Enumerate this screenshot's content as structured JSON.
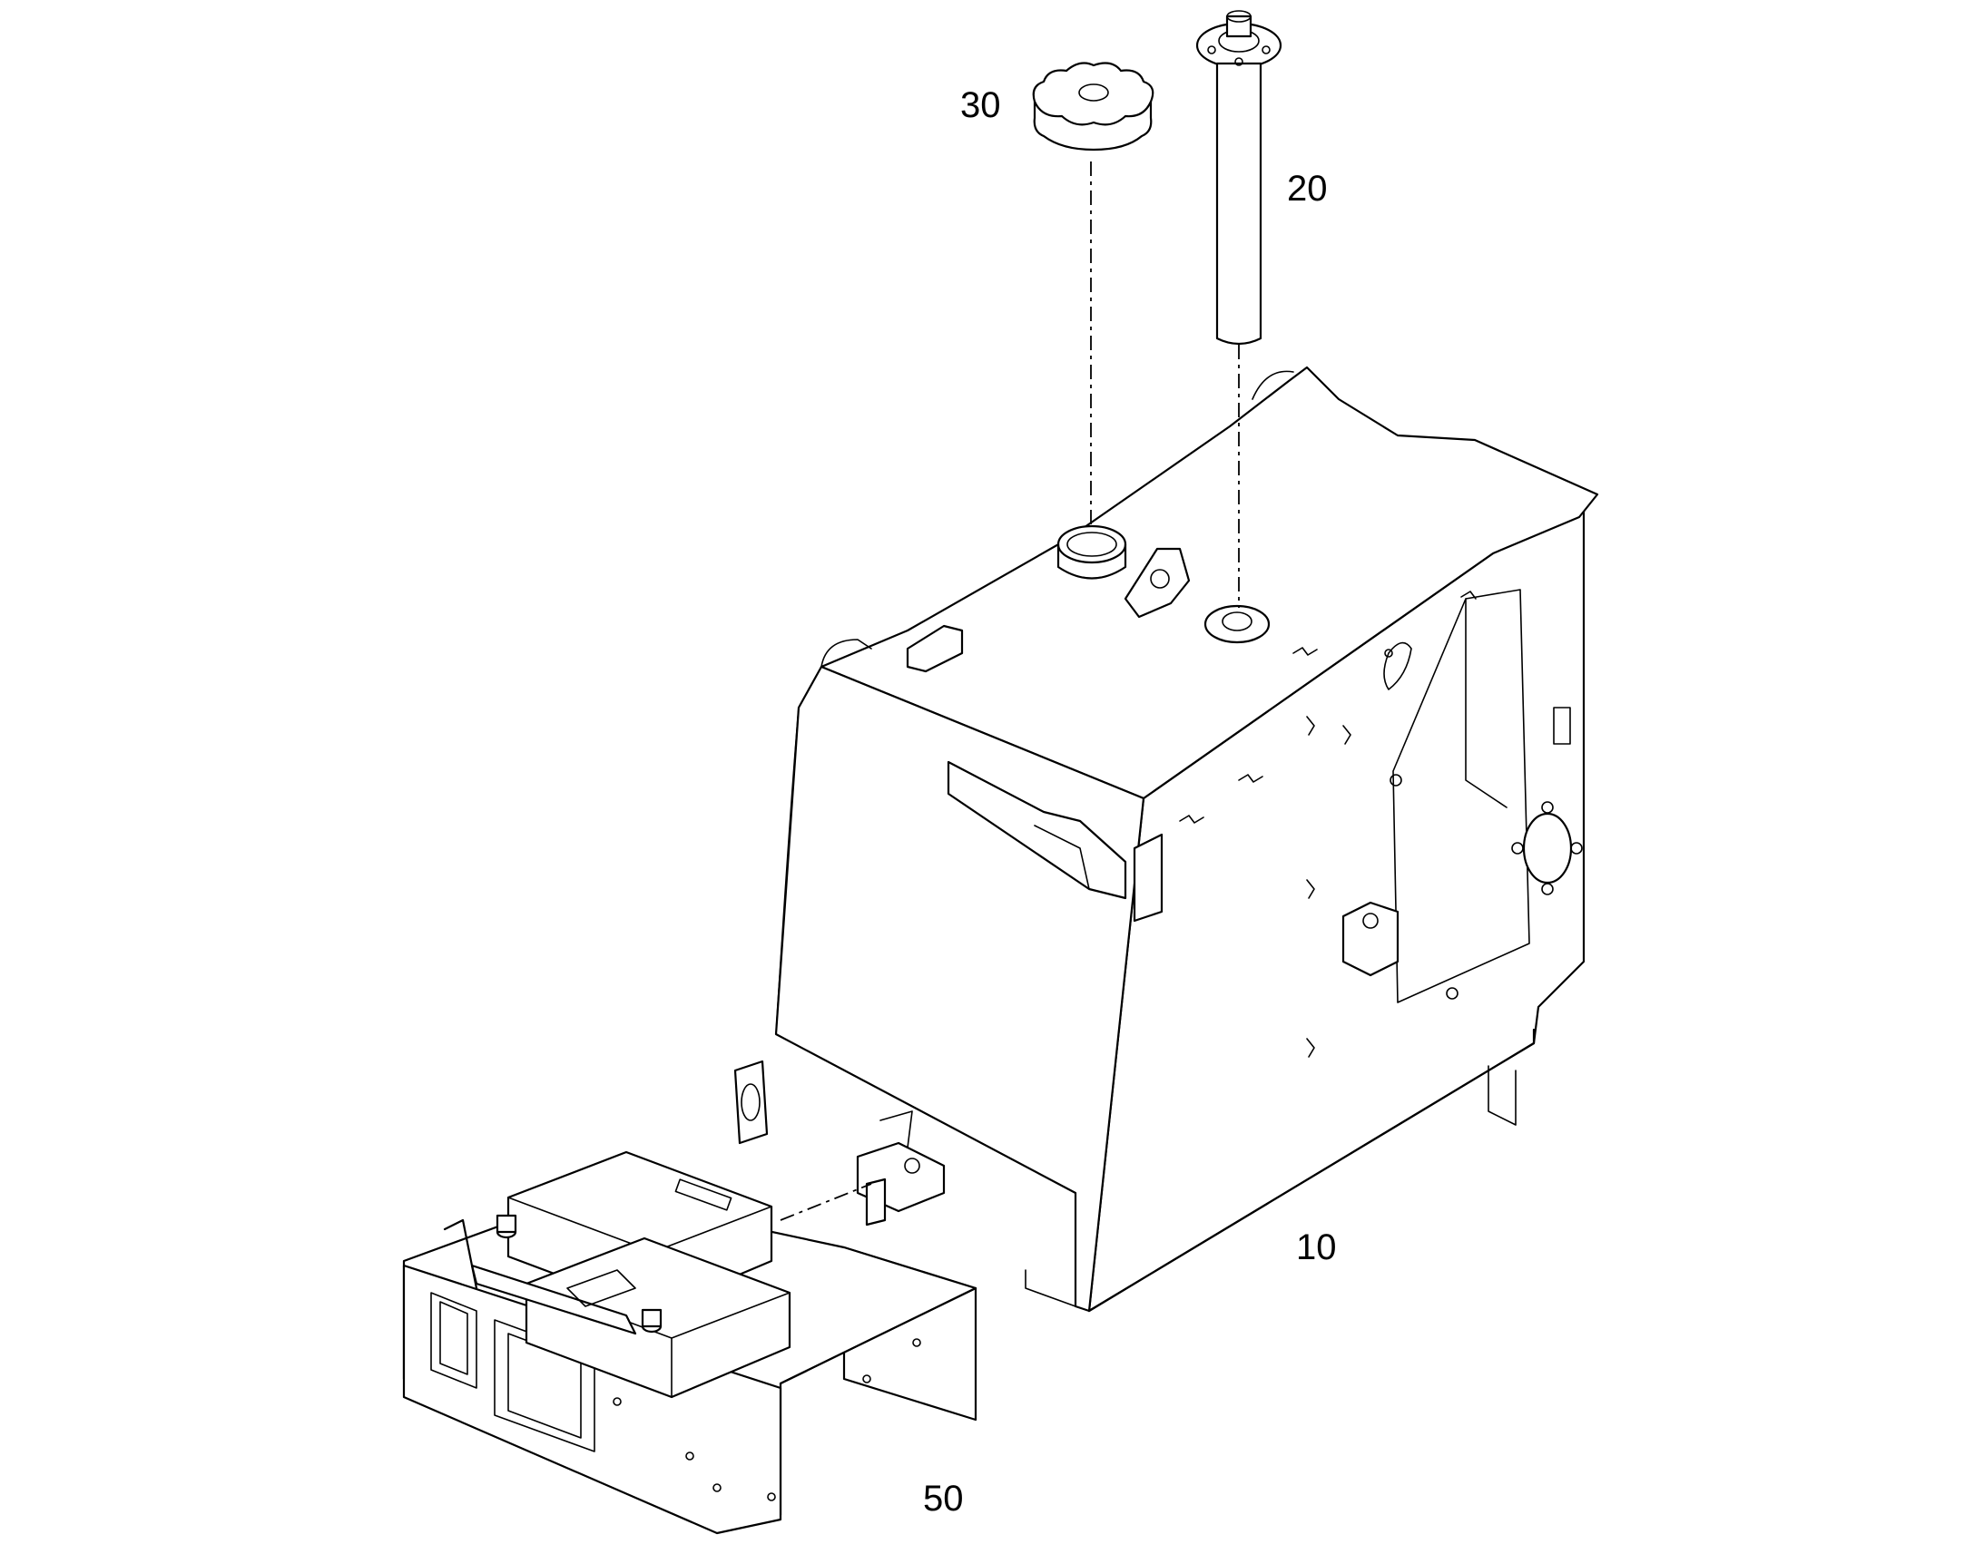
{
  "callouts": {
    "cap": "30",
    "sender": "20",
    "tank": "10",
    "battery": "50"
  },
  "colors": {
    "line": "#000000",
    "background": "#ffffff"
  }
}
